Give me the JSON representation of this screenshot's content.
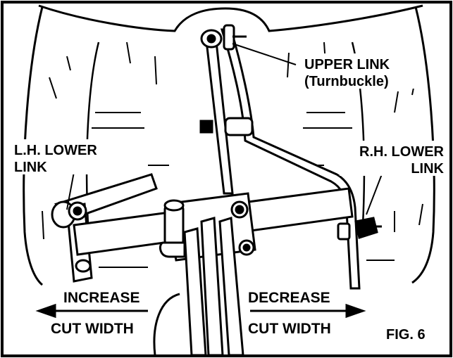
{
  "labels": {
    "upper_link_line1": "UPPER LINK",
    "upper_link_line2": "(Turnbuckle)",
    "lh_lower_line1": "L.H. LOWER",
    "lh_lower_line2": "LINK",
    "rh_lower_line1": "R.H. LOWER",
    "rh_lower_line2": "LINK",
    "increase_line1": "INCREASE",
    "increase_line2": "CUT WIDTH",
    "decrease_line1": "DECREASE",
    "decrease_line2": "CUT WIDTH",
    "figure_number": "FIG. 6"
  },
  "colors": {
    "ink": "#000000",
    "paper": "#ffffff"
  }
}
